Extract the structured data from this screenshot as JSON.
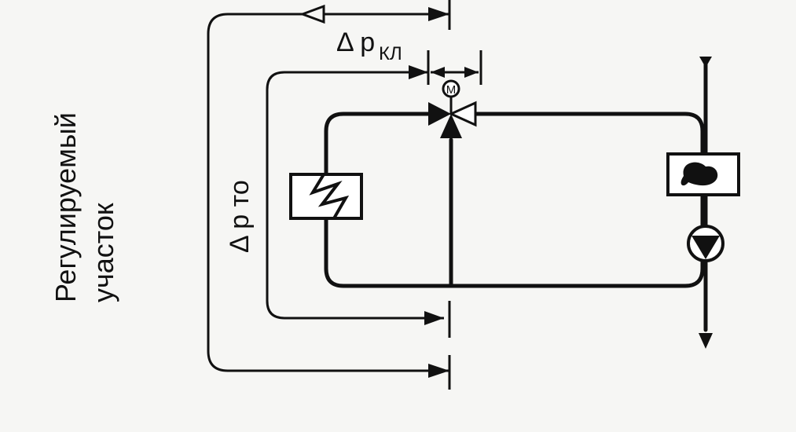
{
  "labels": {
    "zone_line1": "Регулируемый",
    "zone_line2": "участок",
    "dp_valve_symbol": "Δ p",
    "dp_valve_sub": "КЛ",
    "dp_exchanger": "Δ p то",
    "motor": "M"
  },
  "colors": {
    "line": "#111111",
    "background": "#f6f6f4",
    "fill": "#ffffff"
  }
}
